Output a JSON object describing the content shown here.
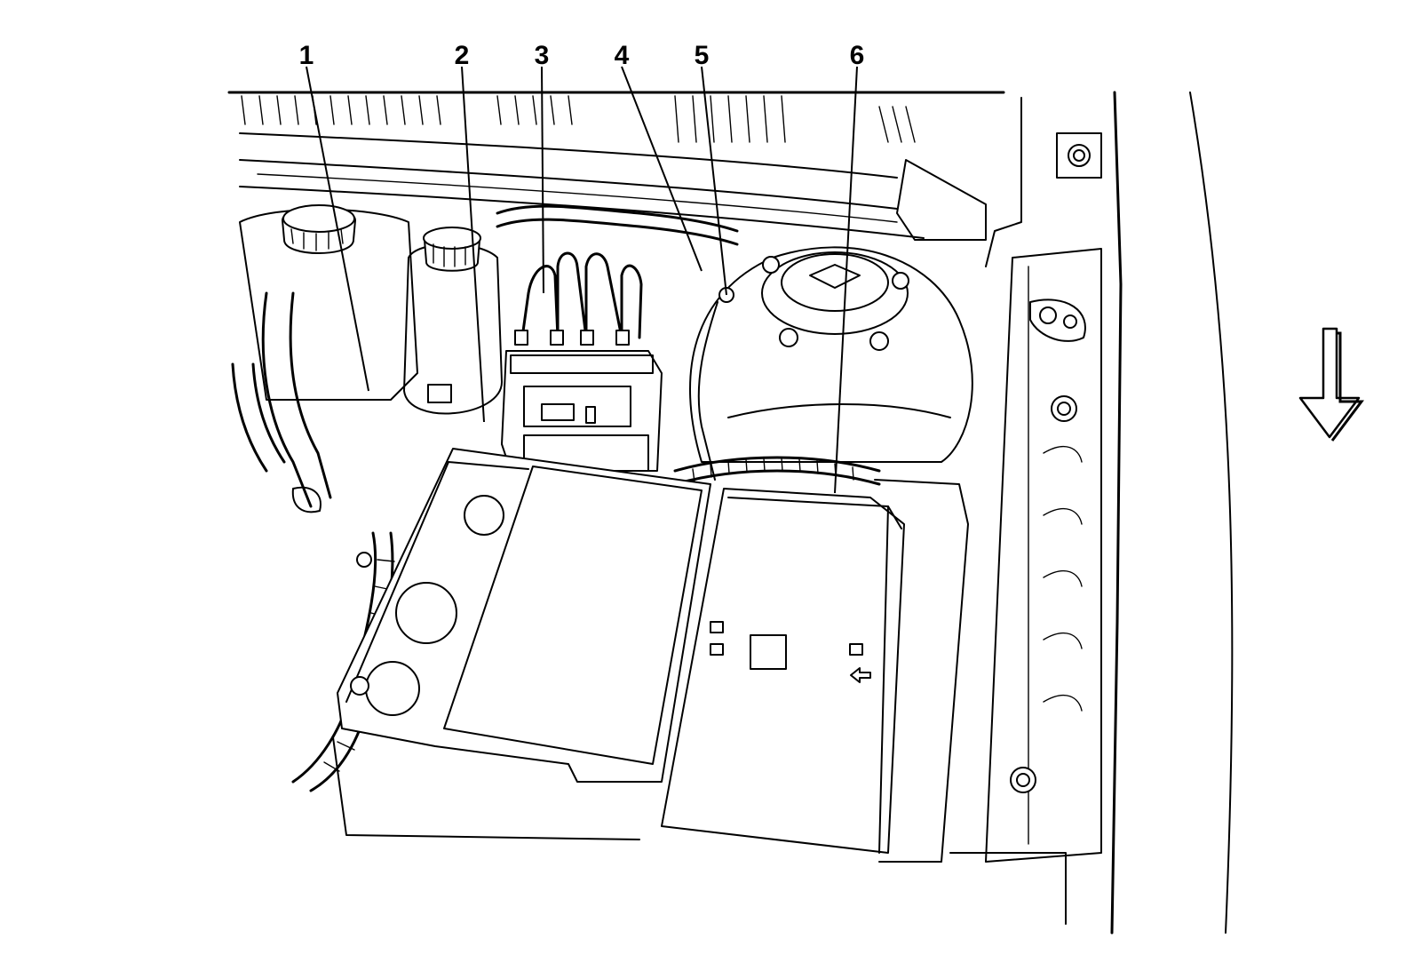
{
  "callouts": [
    {
      "id": "callout-1",
      "label": "1"
    },
    {
      "id": "callout-2",
      "label": "2"
    },
    {
      "id": "callout-3",
      "label": "3"
    },
    {
      "id": "callout-4",
      "label": "4"
    },
    {
      "id": "callout-5",
      "label": "5"
    },
    {
      "id": "callout-6",
      "label": "6"
    }
  ],
  "direction_indicator": {
    "icon": "down-arrow-icon",
    "meaning": "vehicle-front"
  },
  "colors": {
    "line": "#000000",
    "background": "#ffffff"
  }
}
